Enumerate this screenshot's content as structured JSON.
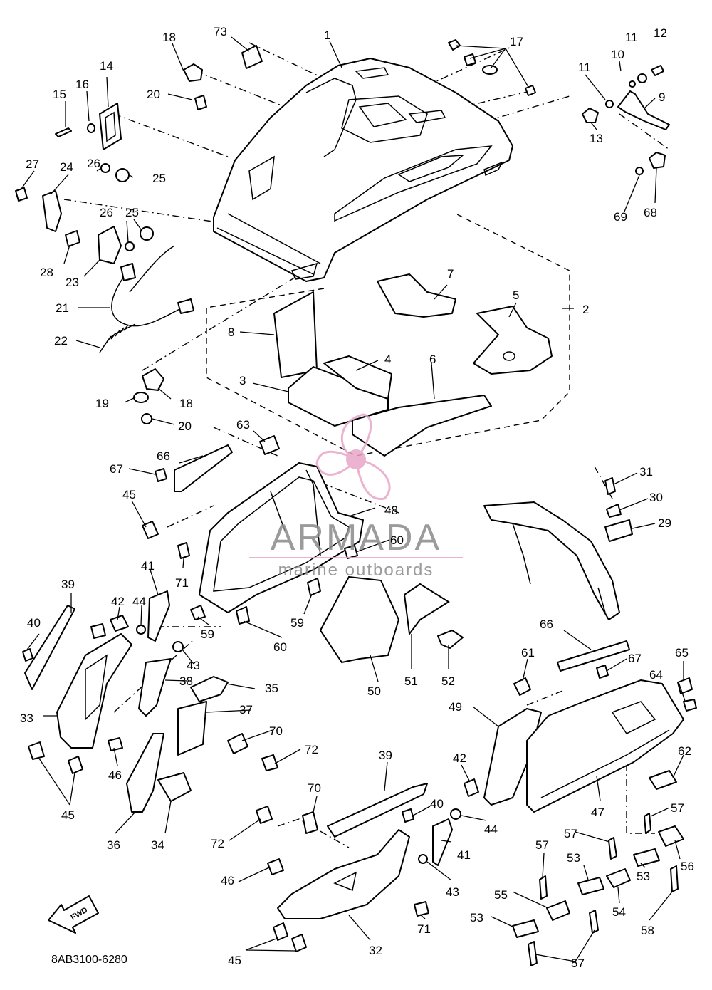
{
  "diagram": {
    "callouts": [
      {
        "id": "c1",
        "text": "1"
      },
      {
        "id": "c2",
        "text": "2"
      },
      {
        "id": "c3",
        "text": "3"
      },
      {
        "id": "c4",
        "text": "4"
      },
      {
        "id": "c5",
        "text": "5"
      },
      {
        "id": "c6",
        "text": "6"
      },
      {
        "id": "c7",
        "text": "7"
      },
      {
        "id": "c8",
        "text": "8"
      },
      {
        "id": "c9",
        "text": "9"
      },
      {
        "id": "c10",
        "text": "10"
      },
      {
        "id": "c11a",
        "text": "11"
      },
      {
        "id": "c11b",
        "text": "11"
      },
      {
        "id": "c12",
        "text": "12"
      },
      {
        "id": "c13",
        "text": "13"
      },
      {
        "id": "c14",
        "text": "14"
      },
      {
        "id": "c15",
        "text": "15"
      },
      {
        "id": "c16",
        "text": "16"
      },
      {
        "id": "c17",
        "text": "17"
      },
      {
        "id": "c18a",
        "text": "18"
      },
      {
        "id": "c18b",
        "text": "18"
      },
      {
        "id": "c19",
        "text": "19"
      },
      {
        "id": "c20a",
        "text": "20"
      },
      {
        "id": "c20b",
        "text": "20"
      },
      {
        "id": "c21",
        "text": "21"
      },
      {
        "id": "c22",
        "text": "22"
      },
      {
        "id": "c23",
        "text": "23"
      },
      {
        "id": "c24",
        "text": "24"
      },
      {
        "id": "c25a",
        "text": "25"
      },
      {
        "id": "c25b",
        "text": "25"
      },
      {
        "id": "c26a",
        "text": "26"
      },
      {
        "id": "c26b",
        "text": "26"
      },
      {
        "id": "c27",
        "text": "27"
      },
      {
        "id": "c28",
        "text": "28"
      },
      {
        "id": "c29",
        "text": "29"
      },
      {
        "id": "c30",
        "text": "30"
      },
      {
        "id": "c31",
        "text": "31"
      },
      {
        "id": "c32",
        "text": "32"
      },
      {
        "id": "c33",
        "text": "33"
      },
      {
        "id": "c34",
        "text": "34"
      },
      {
        "id": "c35",
        "text": "35"
      },
      {
        "id": "c36",
        "text": "36"
      },
      {
        "id": "c37",
        "text": "37"
      },
      {
        "id": "c38",
        "text": "38"
      },
      {
        "id": "c39a",
        "text": "39"
      },
      {
        "id": "c39b",
        "text": "39"
      },
      {
        "id": "c40a",
        "text": "40"
      },
      {
        "id": "c40b",
        "text": "40"
      },
      {
        "id": "c41a",
        "text": "41"
      },
      {
        "id": "c41b",
        "text": "41"
      },
      {
        "id": "c42a",
        "text": "42"
      },
      {
        "id": "c42b",
        "text": "42"
      },
      {
        "id": "c43a",
        "text": "43"
      },
      {
        "id": "c43b",
        "text": "43"
      },
      {
        "id": "c44a",
        "text": "44"
      },
      {
        "id": "c44b",
        "text": "44"
      },
      {
        "id": "c45a",
        "text": "45"
      },
      {
        "id": "c45b",
        "text": "45"
      },
      {
        "id": "c45c",
        "text": "45"
      },
      {
        "id": "c46a",
        "text": "46"
      },
      {
        "id": "c46b",
        "text": "46"
      },
      {
        "id": "c47",
        "text": "47"
      },
      {
        "id": "c48",
        "text": "48"
      },
      {
        "id": "c49",
        "text": "49"
      },
      {
        "id": "c50",
        "text": "50"
      },
      {
        "id": "c51",
        "text": "51"
      },
      {
        "id": "c52",
        "text": "52"
      },
      {
        "id": "c53a",
        "text": "53"
      },
      {
        "id": "c53b",
        "text": "53"
      },
      {
        "id": "c53c",
        "text": "53"
      },
      {
        "id": "c54",
        "text": "54"
      },
      {
        "id": "c55",
        "text": "55"
      },
      {
        "id": "c56",
        "text": "56"
      },
      {
        "id": "c57a",
        "text": "57"
      },
      {
        "id": "c57b",
        "text": "57"
      },
      {
        "id": "c57c",
        "text": "57"
      },
      {
        "id": "c57d",
        "text": "57"
      },
      {
        "id": "c58",
        "text": "58"
      },
      {
        "id": "c59a",
        "text": "59"
      },
      {
        "id": "c59b",
        "text": "59"
      },
      {
        "id": "c60a",
        "text": "60"
      },
      {
        "id": "c60b",
        "text": "60"
      },
      {
        "id": "c61",
        "text": "61"
      },
      {
        "id": "c62",
        "text": "62"
      },
      {
        "id": "c63",
        "text": "63"
      },
      {
        "id": "c64",
        "text": "64"
      },
      {
        "id": "c65",
        "text": "65"
      },
      {
        "id": "c66a",
        "text": "66"
      },
      {
        "id": "c66b",
        "text": "66"
      },
      {
        "id": "c67a",
        "text": "67"
      },
      {
        "id": "c67b",
        "text": "67"
      },
      {
        "id": "c68",
        "text": "68"
      },
      {
        "id": "c69",
        "text": "69"
      },
      {
        "id": "c70a",
        "text": "70"
      },
      {
        "id": "c70b",
        "text": "70"
      },
      {
        "id": "c71a",
        "text": "71"
      },
      {
        "id": "c71b",
        "text": "71"
      },
      {
        "id": "c72a",
        "text": "72"
      },
      {
        "id": "c72b",
        "text": "72"
      },
      {
        "id": "c73",
        "text": "73"
      }
    ],
    "diagram_code": "8AB3100-6280",
    "fwd_label": "FWD"
  },
  "watermark": {
    "brand": "ARMADA",
    "tagline": "marine outboards",
    "accent_color": "#e8a6c8",
    "text_color": "#8a8a8a"
  }
}
